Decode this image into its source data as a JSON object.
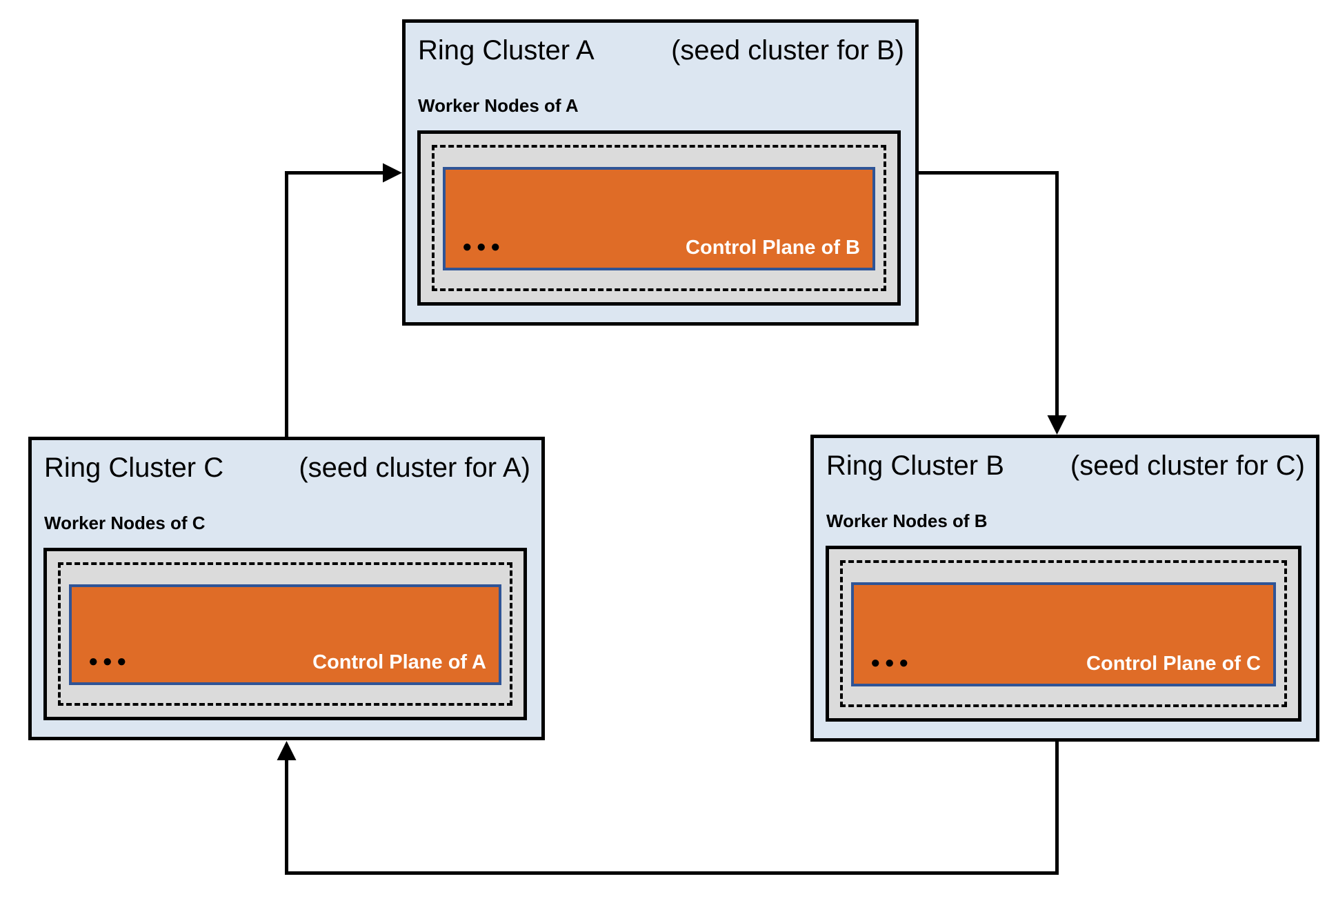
{
  "diagram": {
    "clusters": [
      {
        "key": "A",
        "title": "Ring Cluster A",
        "seed_note": "(seed cluster for B)",
        "worker_label": "Worker Nodes of A",
        "control_plane_label": "Control Plane of B",
        "ellipsis": "●●●"
      },
      {
        "key": "B",
        "title": "Ring Cluster B",
        "seed_note": "(seed cluster for C)",
        "worker_label": "Worker Nodes of B",
        "control_plane_label": "Control Plane of C",
        "ellipsis": "●●●"
      },
      {
        "key": "C",
        "title": "Ring Cluster C",
        "seed_note": "(seed cluster for A)",
        "worker_label": "Worker Nodes of C",
        "control_plane_label": "Control Plane of A",
        "ellipsis": "●●●"
      }
    ],
    "arrows": [
      {
        "from": "Ring Cluster C",
        "to": "Ring Cluster A"
      },
      {
        "from": "Ring Cluster A",
        "to": "Ring Cluster B"
      },
      {
        "from": "Ring Cluster B",
        "to": "Ring Cluster C"
      }
    ],
    "colors": {
      "cluster_bg": "#DCE6F1",
      "cluster_border": "#000000",
      "worker_box_bg": "#DBDBDB",
      "dashed_border": "#000000",
      "control_plane_bg": "#DF6C27",
      "control_plane_border": "#2F5496",
      "control_plane_text": "#FFFFFF",
      "arrow": "#000000"
    }
  }
}
